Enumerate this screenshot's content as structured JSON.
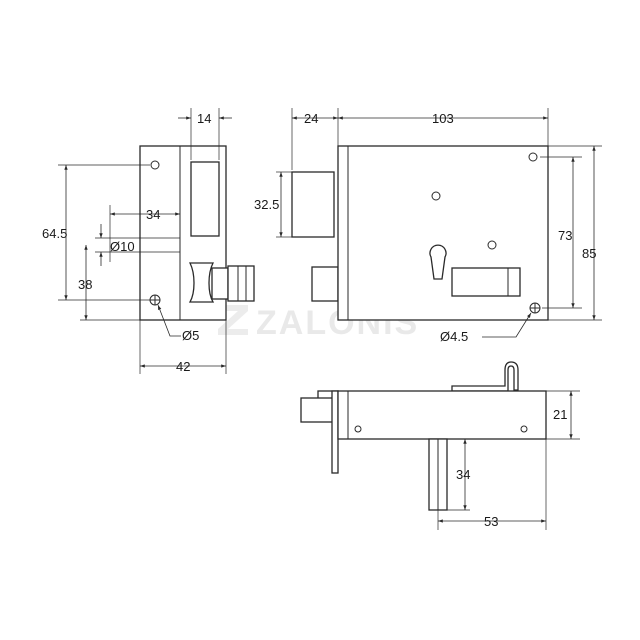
{
  "watermark": "ZALONIS",
  "dimensions": {
    "front_width": "42",
    "front_strike_width": "14",
    "front_bolt_offset": "34",
    "front_height": "64.5",
    "front_hole_dia": "Ø10",
    "front_hole_height": "38",
    "front_screw_dia": "Ø5",
    "main_backset": "24",
    "main_width": "103",
    "main_bolt_height": "32.5",
    "main_inner_height": "73",
    "main_height": "85",
    "main_screw_dia": "Ø4.5",
    "bottom_depth": "21",
    "bottom_spindle_length": "34",
    "bottom_spindle_offset": "53"
  }
}
